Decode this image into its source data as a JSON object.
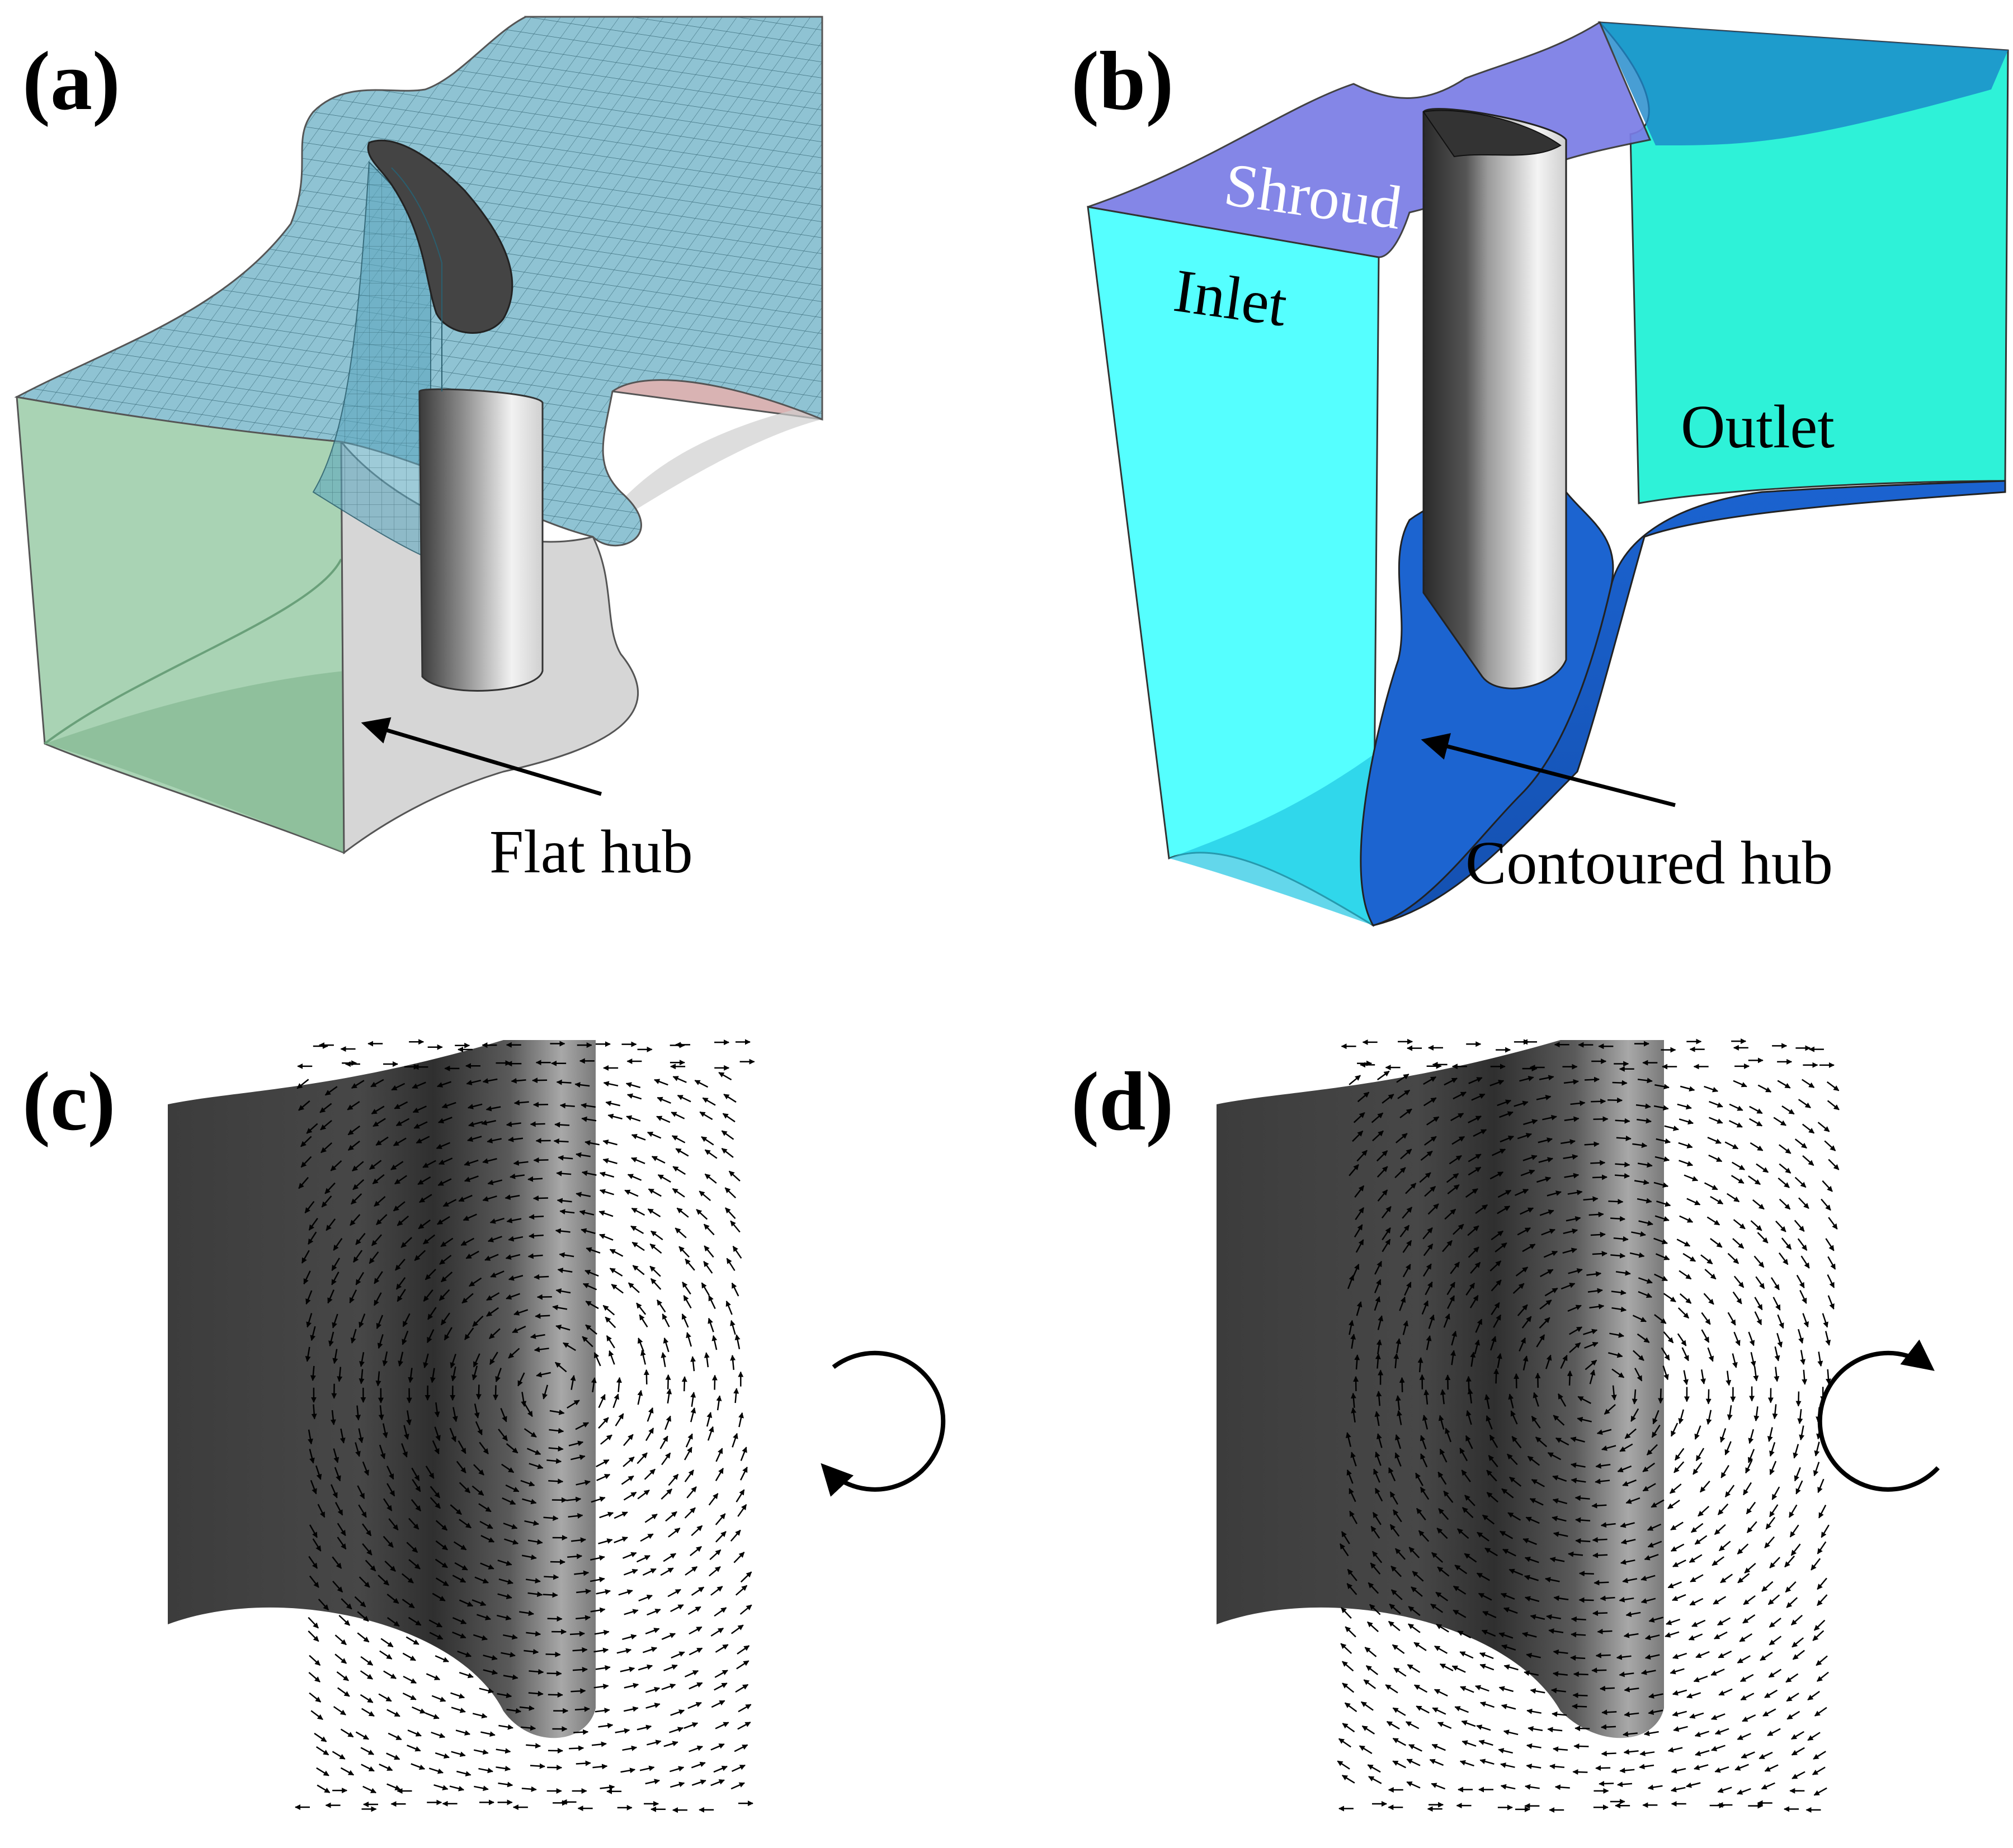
{
  "panels": [
    {
      "id": "a",
      "label": "(a)",
      "callouts": {
        "hub": "Flat hub"
      }
    },
    {
      "id": "b",
      "label": "(b)",
      "callouts": {
        "shroud": "Shroud",
        "inlet": "Inlet",
        "outlet": "Outlet",
        "hub": "Contoured hub"
      }
    },
    {
      "id": "c",
      "label": "(c)",
      "rotation": "counterclockwise"
    },
    {
      "id": "d",
      "label": "(d)",
      "rotation": "clockwise"
    }
  ],
  "colors": {
    "mesh_surface": "#8fc3d3",
    "mesh_lines": "#1d4e5c",
    "inlet_face_a": "#a9d3b4",
    "outlet_face_a": "#d9b3b3",
    "hub_flat": "#d6d6d6",
    "inlet_b": "#55ffff",
    "outlet_b": "#2ef2d8",
    "shroud_b": "#7a7ce6",
    "hub_contoured": "#1d6fd6",
    "blade_dark": "#444444",
    "blade_light": "#f0f0f0",
    "vectors": "#000000"
  }
}
